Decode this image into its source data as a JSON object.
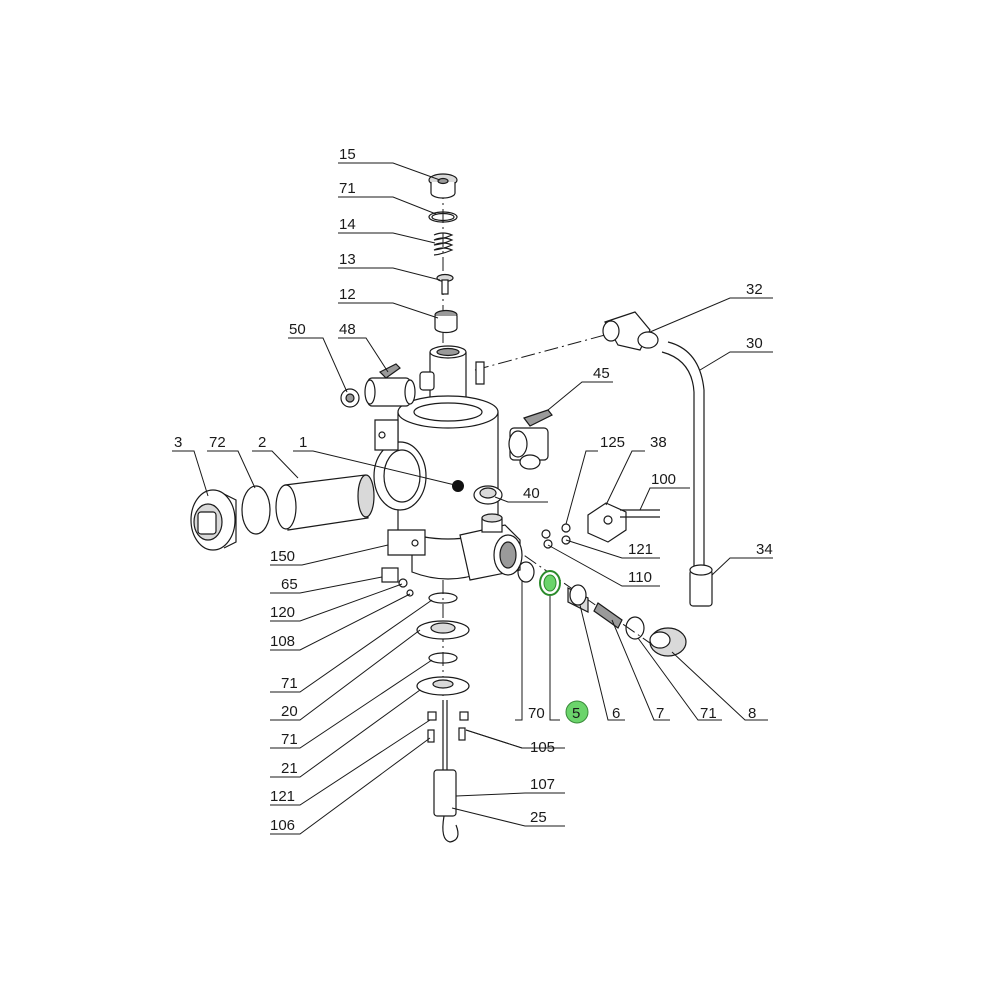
{
  "diagram": {
    "highlight_color": "#6bd46b",
    "selected_part": "5",
    "callouts": [
      {
        "id": "c15",
        "label": "15"
      },
      {
        "id": "c71a",
        "label": "71"
      },
      {
        "id": "c14",
        "label": "14"
      },
      {
        "id": "c13",
        "label": "13"
      },
      {
        "id": "c12",
        "label": "12"
      },
      {
        "id": "c50",
        "label": "50"
      },
      {
        "id": "c48",
        "label": "48"
      },
      {
        "id": "c32",
        "label": "32"
      },
      {
        "id": "c30",
        "label": "30"
      },
      {
        "id": "c45",
        "label": "45"
      },
      {
        "id": "c3",
        "label": "3"
      },
      {
        "id": "c72",
        "label": "72"
      },
      {
        "id": "c2",
        "label": "2"
      },
      {
        "id": "c1",
        "label": "1"
      },
      {
        "id": "c125",
        "label": "125"
      },
      {
        "id": "c38",
        "label": "38"
      },
      {
        "id": "c40",
        "label": "40"
      },
      {
        "id": "c100",
        "label": "100"
      },
      {
        "id": "c150",
        "label": "150"
      },
      {
        "id": "c121a",
        "label": "121"
      },
      {
        "id": "c34",
        "label": "34"
      },
      {
        "id": "c65",
        "label": "65"
      },
      {
        "id": "c110",
        "label": "110"
      },
      {
        "id": "c120",
        "label": "120"
      },
      {
        "id": "c108",
        "label": "108"
      },
      {
        "id": "c71b",
        "label": "71"
      },
      {
        "id": "c20",
        "label": "20"
      },
      {
        "id": "c70",
        "label": "70"
      },
      {
        "id": "c5",
        "label": "5"
      },
      {
        "id": "c6",
        "label": "6"
      },
      {
        "id": "c7",
        "label": "7"
      },
      {
        "id": "c71c",
        "label": "71"
      },
      {
        "id": "c8",
        "label": "8"
      },
      {
        "id": "c71d",
        "label": "71"
      },
      {
        "id": "c105",
        "label": "105"
      },
      {
        "id": "c21",
        "label": "21"
      },
      {
        "id": "c107",
        "label": "107"
      },
      {
        "id": "c121b",
        "label": "121"
      },
      {
        "id": "c25",
        "label": "25"
      },
      {
        "id": "c106",
        "label": "106"
      }
    ]
  }
}
